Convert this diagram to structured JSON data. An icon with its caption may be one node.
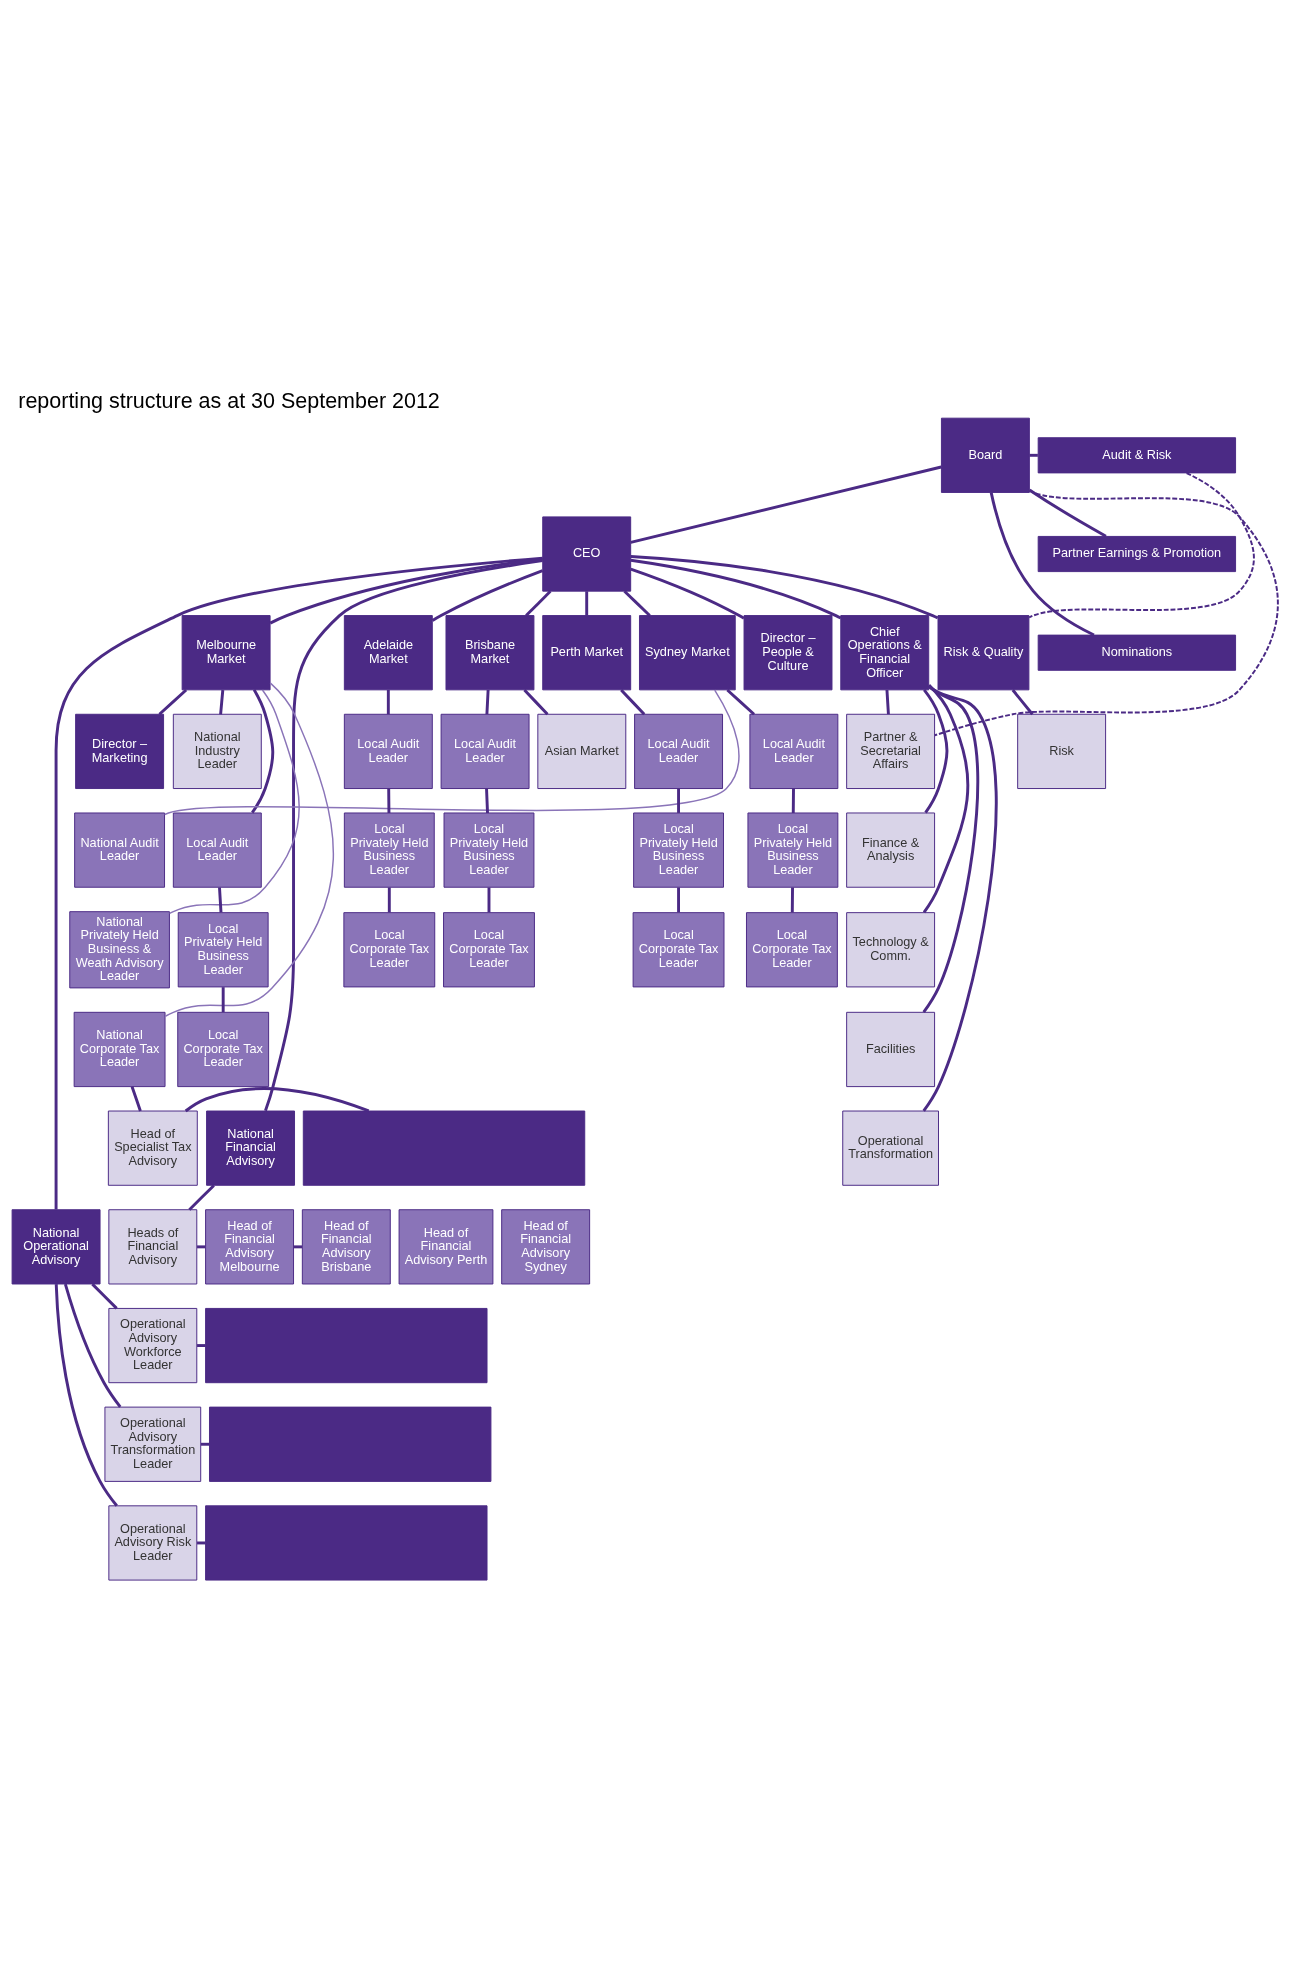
{
  "diagram": {
    "title": "reporting structure as at 30 September 2012",
    "nodes": [
      {
        "text": [
          "Board"
        ]
      },
      {
        "text": [
          "Audit & Risk"
        ]
      },
      {
        "text": [
          "Partner Earnings & Promotion"
        ]
      },
      {
        "text": [
          "Nominations"
        ]
      },
      {
        "text": [
          "CEO"
        ]
      },
      {
        "text": [
          "National Operational Advisory"
        ]
      },
      {
        "text": [
          "National Financial Advisory"
        ]
      },
      {
        "text": [
          "Melbourne Market"
        ]
      },
      {
        "text": [
          "Adelaide Market"
        ]
      },
      {
        "text": [
          "Brisbane Market"
        ]
      },
      {
        "text": [
          "Perth Market"
        ]
      },
      {
        "text": [
          "Sydney Market"
        ]
      },
      {
        "text": [
          "Director – People & Culture"
        ]
      },
      {
        "text": [
          "Chief Operations & Financial Officer"
        ]
      },
      {
        "text": [
          "Risk & Quality"
        ]
      },
      {
        "text": [
          "Director – Marketing"
        ]
      },
      {
        "text": [
          "National Industry Leader"
        ]
      },
      {
        "text": [
          "Asian Market"
        ]
      },
      {
        "text": [
          "Partner & Secretarial Affairs"
        ]
      },
      {
        "text": [
          "Risk"
        ]
      },
      {
        "text": [
          "Finance & Analysis"
        ]
      },
      {
        "text": [
          "Technology & Comm."
        ]
      },
      {
        "text": [
          "Facilities"
        ]
      },
      {
        "text": [
          "Operational Transformation"
        ]
      },
      {
        "text": [
          "National Audit Leader"
        ]
      },
      {
        "text": [
          "Local Audit Leader"
        ]
      },
      {
        "text": [
          "Local Audit Leader"
        ]
      },
      {
        "text": [
          "Local Audit Leader"
        ]
      },
      {
        "text": [
          "Local Audit Leader"
        ]
      },
      {
        "text": [
          "Local Audit Leader"
        ]
      },
      {
        "text": [
          "National Privately Held Business & Weath Advisory Leader"
        ]
      },
      {
        "text": [
          "Local Privately Held Business Leader"
        ]
      },
      {
        "text": [
          "Local Privately Held Business Leader"
        ]
      },
      {
        "text": [
          "Local Privately Held Business Leader"
        ]
      },
      {
        "text": [
          "Local Privately Held Business Leader"
        ]
      },
      {
        "text": [
          "Local Privately Held Business Leader"
        ]
      },
      {
        "text": [
          "National Corporate Tax Leader"
        ]
      },
      {
        "text": [
          "Local Corporate Tax Leader"
        ]
      },
      {
        "text": [
          "Local Corporate Tax Leader"
        ]
      },
      {
        "text": [
          "Local Corporate Tax Leader"
        ]
      },
      {
        "text": [
          "Local Corporate Tax Leader"
        ]
      },
      {
        "text": [
          "Local Corporate Tax Leader"
        ]
      },
      {
        "text": [
          "Head of Specialist Tax Advisory"
        ]
      },
      {
        "text": [],
        "shape": "bar"
      },
      {
        "text": [
          "Heads of Financial Advisory"
        ]
      },
      {
        "text": [
          "Head of Financial Advisory Melbourne"
        ]
      },
      {
        "text": [
          "Head of Financial Advisory Brisbane"
        ]
      },
      {
        "text": [
          "Head of Financial Advisory Perth"
        ]
      },
      {
        "text": [
          "Head of Financial Advisory Sydney"
        ]
      },
      {
        "text": [
          "Operational Advisory Workforce Leader"
        ]
      },
      {
        "text": [],
        "shape": "bar"
      },
      {
        "text": [
          "Operational Advisory Transformation Leader"
        ]
      },
      {
        "text": [],
        "shape": "bar"
      },
      {
        "text": [
          "Operational Advisory Risk Leader"
        ]
      },
      {
        "text": [],
        "shape": "bar"
      }
    ],
    "edges": [
      {
        "from": 0,
        "to": 1,
        "arrow": "none"
      },
      {
        "from": 0,
        "to": 2,
        "arrow": "none"
      },
      {
        "from": 0,
        "to": 3,
        "arrow": "none"
      },
      {
        "from": 0,
        "to": 4,
        "arrow": "none"
      },
      {
        "from": 0,
        "to": 18,
        "arrow": "none",
        "style": "dashed"
      },
      {
        "from": 1,
        "to": 14,
        "arrow": "none",
        "style": "dashed"
      },
      {
        "from": 4,
        "to": 5,
        "arrow": "none"
      },
      {
        "from": 4,
        "to": 6,
        "arrow": "none"
      },
      {
        "from": 4,
        "to": 7,
        "arrow": "none"
      },
      {
        "from": 4,
        "to": 8,
        "arrow": "none"
      },
      {
        "from": 4,
        "to": 9,
        "arrow": "none"
      },
      {
        "from": 4,
        "to": 10,
        "arrow": "none"
      },
      {
        "from": 4,
        "to": 11,
        "arrow": "none"
      },
      {
        "from": 4,
        "to": 12,
        "arrow": "none"
      },
      {
        "from": 4,
        "to": 13,
        "arrow": "none"
      },
      {
        "from": 4,
        "to": 14,
        "arrow": "none"
      },
      {
        "from": 7,
        "to": 15,
        "arrow": "none"
      },
      {
        "from": 7,
        "to": 16,
        "arrow": "none"
      },
      {
        "from": 9,
        "to": 17,
        "arrow": "none"
      },
      {
        "from": 13,
        "to": 18,
        "arrow": "none"
      },
      {
        "from": 13,
        "to": 20,
        "arrow": "none"
      },
      {
        "from": 13,
        "to": 21,
        "arrow": "none"
      },
      {
        "from": 13,
        "to": 22,
        "arrow": "none"
      },
      {
        "from": 13,
        "to": 23,
        "arrow": "none"
      },
      {
        "from": 14,
        "to": 19,
        "arrow": "none"
      },
      {
        "from": 11,
        "to": 24,
        "arrow": "none",
        "color": "#8a74b8"
      },
      {
        "from": 7,
        "to": 25,
        "arrow": "none"
      },
      {
        "from": 8,
        "to": 26,
        "arrow": "none"
      },
      {
        "from": 9,
        "to": 27,
        "arrow": "none"
      },
      {
        "from": 10,
        "to": 28,
        "arrow": "none"
      },
      {
        "from": 11,
        "to": 29,
        "arrow": "none"
      },
      {
        "from": 7,
        "to": 30,
        "arrow": "none",
        "color": "#8a74b8"
      },
      {
        "from": 7,
        "to": 36,
        "arrow": "none",
        "color": "#8a74b8"
      },
      {
        "from": 25,
        "to": 31,
        "arrow": "none"
      },
      {
        "from": 26,
        "to": 32,
        "arrow": "none"
      },
      {
        "from": 27,
        "to": 33,
        "arrow": "none"
      },
      {
        "from": 28,
        "to": 34,
        "arrow": "none"
      },
      {
        "from": 29,
        "to": 35,
        "arrow": "none"
      },
      {
        "from": 31,
        "to": 37,
        "arrow": "none"
      },
      {
        "from": 32,
        "to": 38,
        "arrow": "none"
      },
      {
        "from": 33,
        "to": 39,
        "arrow": "none"
      },
      {
        "from": 34,
        "to": 40,
        "arrow": "none"
      },
      {
        "from": 35,
        "to": 41,
        "arrow": "none"
      },
      {
        "from": 36,
        "to": 42,
        "arrow": "none"
      },
      {
        "from": 42,
        "to": 43,
        "arrow": "none"
      },
      {
        "from": 6,
        "to": 44,
        "arrow": "none"
      },
      {
        "from": 44,
        "to": 45,
        "arrow": "none"
      },
      {
        "from": 45,
        "to": 46,
        "arrow": "none"
      },
      {
        "from": 5,
        "to": 49,
        "arrow": "none"
      },
      {
        "from": 5,
        "to": 51,
        "arrow": "none"
      },
      {
        "from": 5,
        "to": 53,
        "arrow": "none"
      },
      {
        "from": 49,
        "to": 50,
        "arrow": "none"
      },
      {
        "from": 51,
        "to": 52,
        "arrow": "none"
      },
      {
        "from": 53,
        "to": 54,
        "arrow": "none"
      }
    ]
  }
}
